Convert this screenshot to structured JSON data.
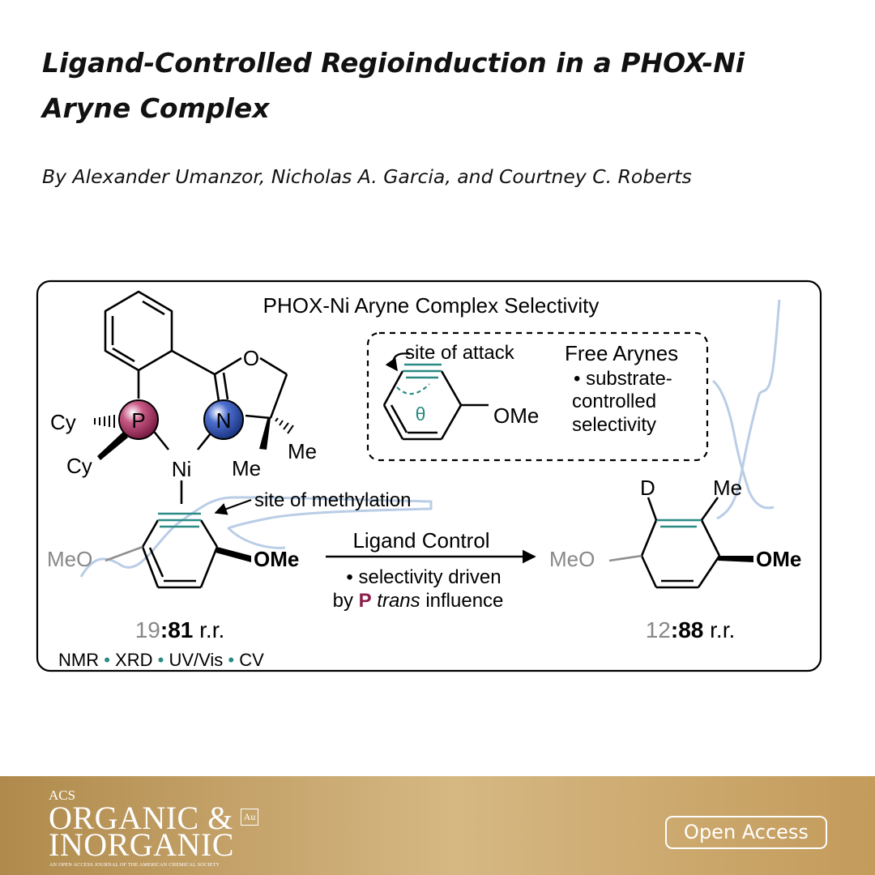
{
  "article": {
    "title": "Ligand-Controlled Regioinduction in a PHOX-Ni Aryne Complex",
    "authors": "By Alexander Umanzor, Nicholas A. Garcia, and Courtney C. Roberts"
  },
  "graphic": {
    "heading": "PHOX-Ni Aryne Complex Selectivity",
    "complex": {
      "atom_p": "P",
      "atom_n": "N",
      "atom_o": "O",
      "metal": "Ni",
      "cy1": "Cy",
      "cy2": "Cy",
      "me1": "Me",
      "me2": "Me",
      "methylation_label": "site of methylation",
      "meo_left": "MeO",
      "ome_right": "OMe",
      "ratio_gray": "19",
      "ratio_bold": ":81",
      "ratio_suffix": " r.r."
    },
    "free_arynes": {
      "attack_label": "site of attack",
      "theta": "θ",
      "ome": "OMe",
      "heading": "Free Arynes",
      "bullet_l1": "• substrate-",
      "bullet_l2": "controlled",
      "bullet_l3": "selectivity"
    },
    "arrow": {
      "label": "Ligand Control",
      "note_l1": "• selectivity driven",
      "note_by": "by ",
      "note_p": "P",
      "note_trans": "trans",
      "note_end": " influence"
    },
    "product": {
      "d": "D",
      "me": "Me",
      "meo": "MeO",
      "ome": "OMe",
      "ratio_gray": "12",
      "ratio_bold": ":88",
      "ratio_suffix": " r.r."
    },
    "techniques": [
      "NMR",
      "XRD",
      "UV/Vis",
      "CV"
    ],
    "colors": {
      "phosphorus": "#8b1d4b",
      "nitrogen": "#1f3f9a",
      "aryne_bond": "#2a8a84",
      "gray_text": "#888888",
      "cv_trace": "#b9cde6"
    }
  },
  "footer": {
    "acs": "ACS",
    "journal_line1": "ORGANIC &",
    "journal_line2": "INORGANIC",
    "badge": "Au",
    "tagline": "AN OPEN ACCESS JOURNAL OF THE AMERICAN CHEMICAL SOCIETY",
    "open_access": "Open Access",
    "gradient": [
      "#b08a4c",
      "#d6b883",
      "#c39b5b"
    ]
  }
}
